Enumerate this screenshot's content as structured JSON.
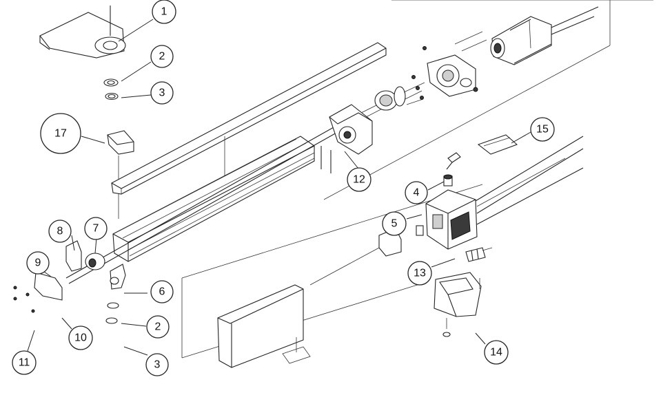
{
  "callouts": [
    {
      "id": "c1",
      "label": "1"
    },
    {
      "id": "c2a",
      "label": "2"
    },
    {
      "id": "c3a",
      "label": "3"
    },
    {
      "id": "c17",
      "label": "17"
    },
    {
      "id": "c12",
      "label": "12"
    },
    {
      "id": "c15",
      "label": "15"
    },
    {
      "id": "c4",
      "label": "4"
    },
    {
      "id": "c5",
      "label": "5"
    },
    {
      "id": "c8",
      "label": "8"
    },
    {
      "id": "c7",
      "label": "7"
    },
    {
      "id": "c9",
      "label": "9"
    },
    {
      "id": "c13",
      "label": "13"
    },
    {
      "id": "c6",
      "label": "6"
    },
    {
      "id": "c2b",
      "label": "2"
    },
    {
      "id": "c10",
      "label": "10"
    },
    {
      "id": "c14",
      "label": "14"
    },
    {
      "id": "c11",
      "label": "11"
    },
    {
      "id": "c3b",
      "label": "3"
    }
  ]
}
